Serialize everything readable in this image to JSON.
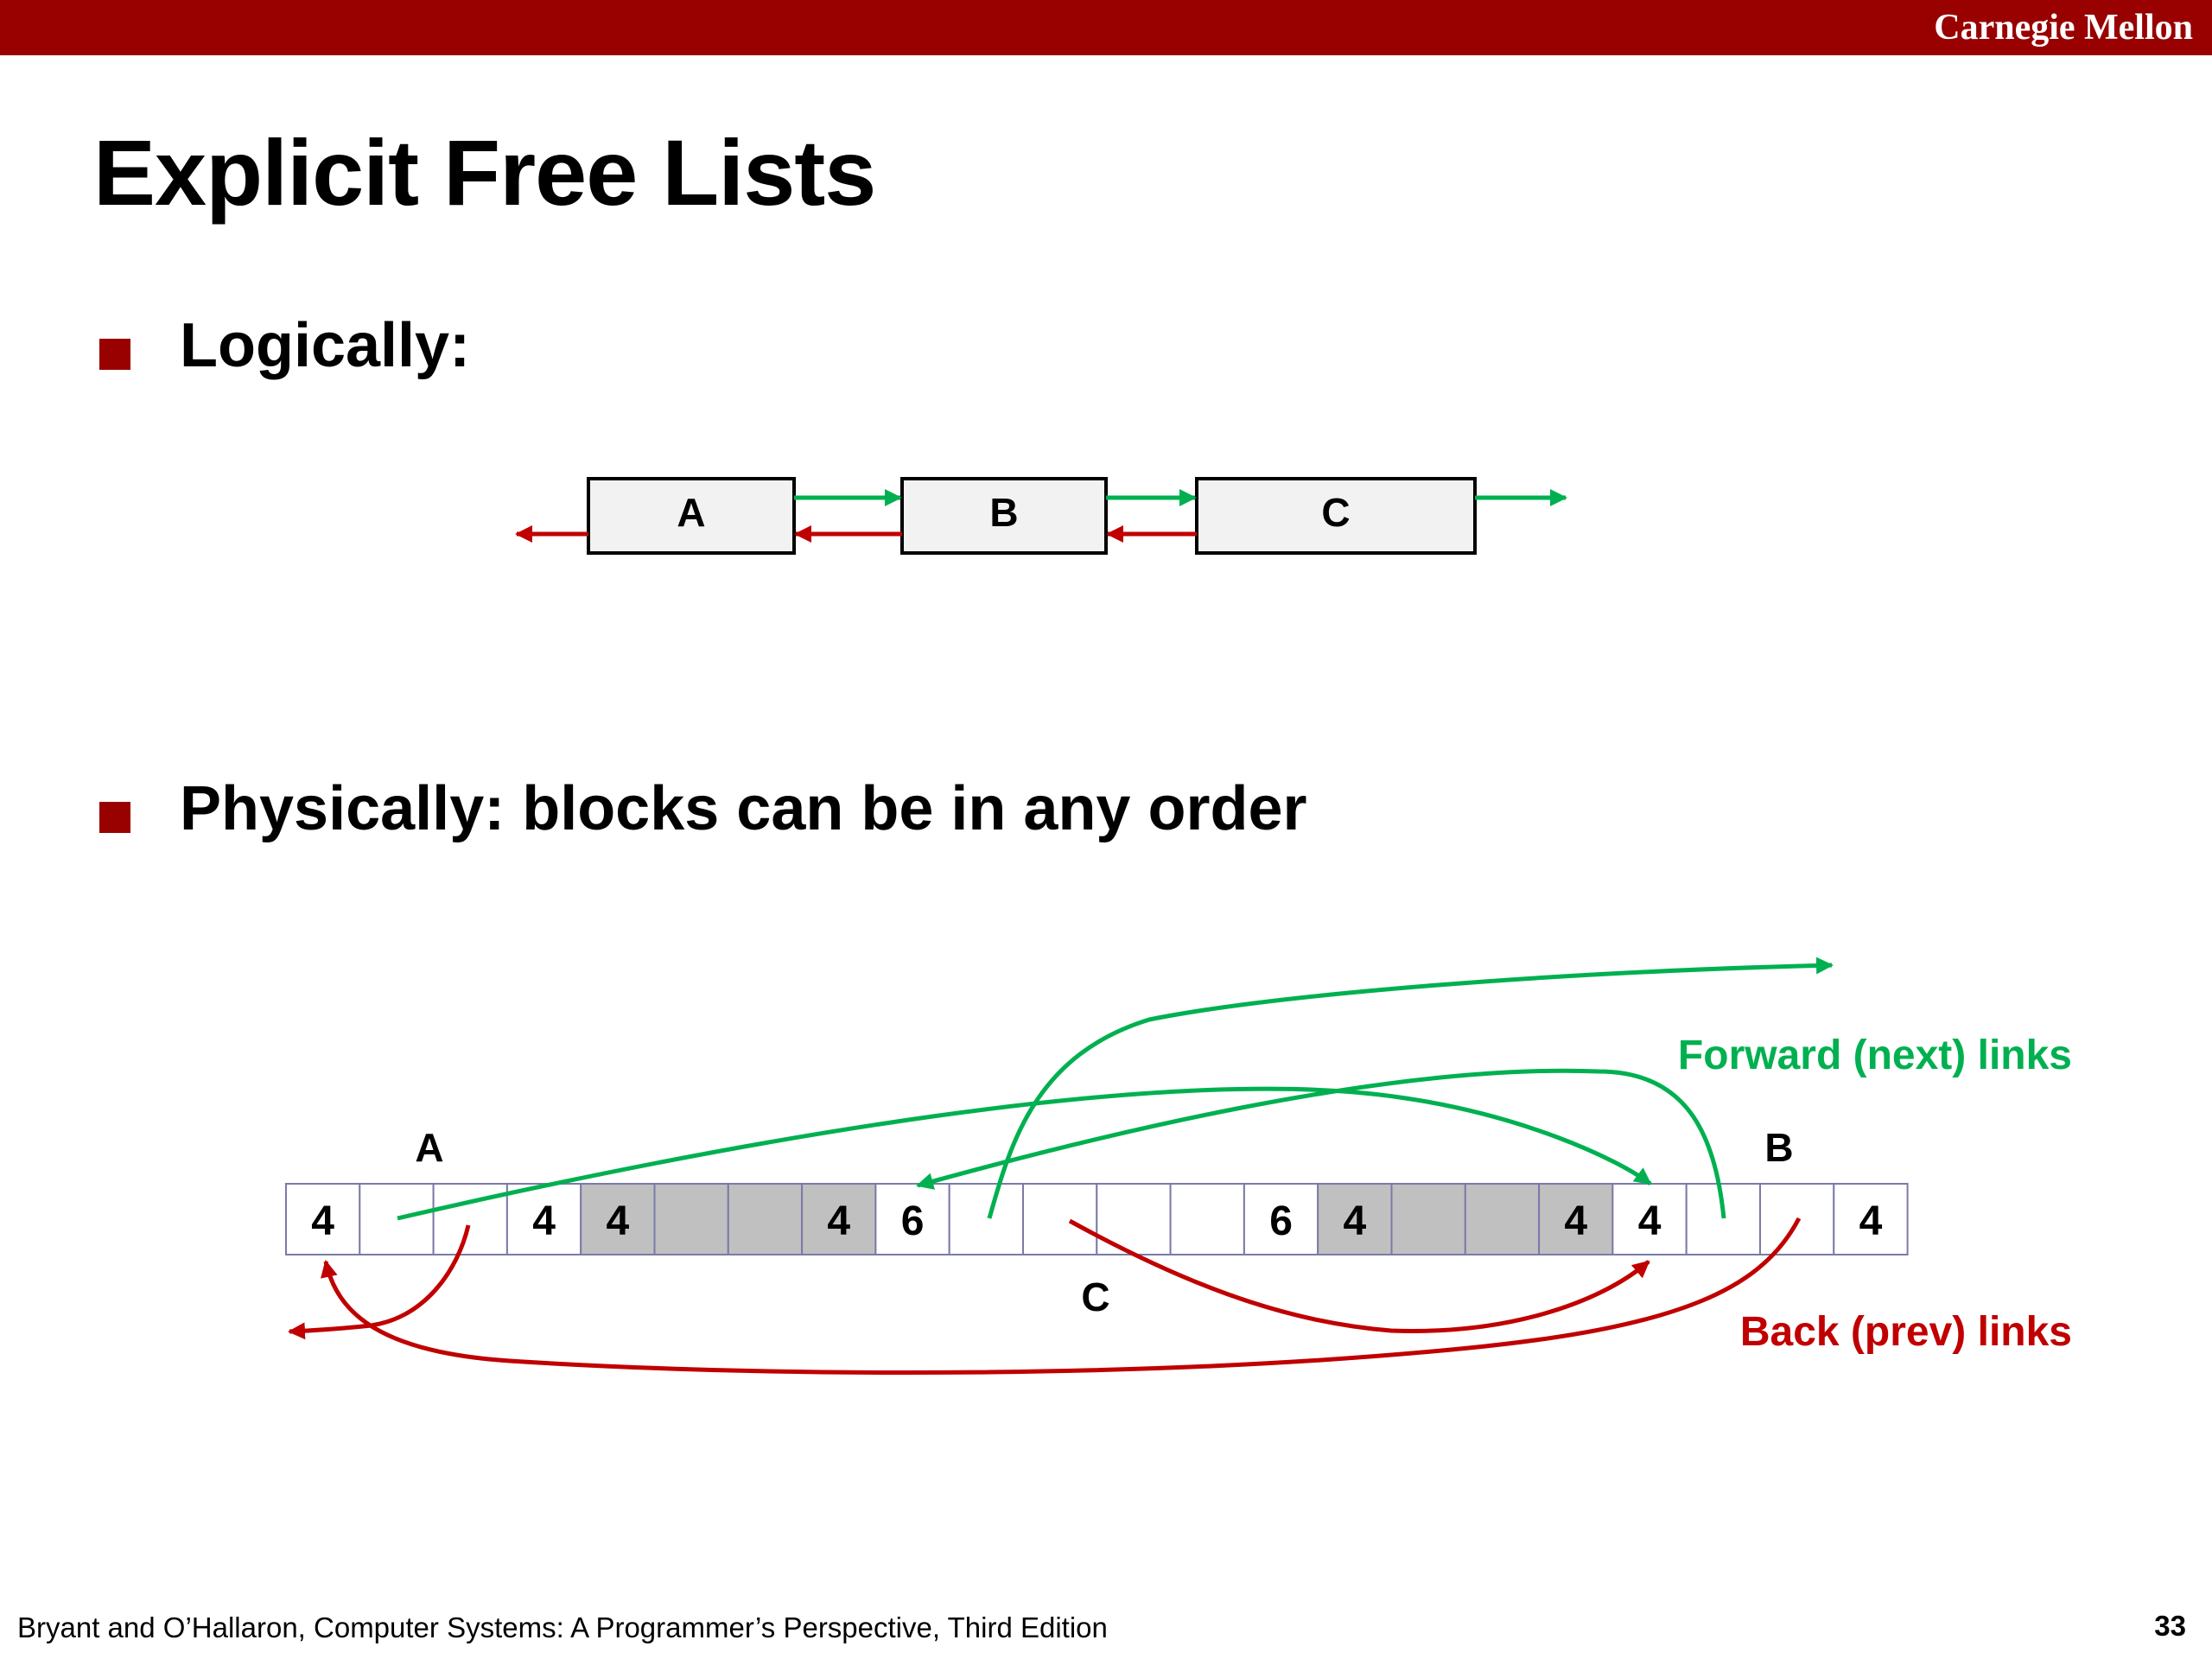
{
  "header": {
    "brand": "Carnegie Mellon"
  },
  "title": "Explicit Free Lists",
  "bullets": [
    {
      "text": "Logically:"
    },
    {
      "text": "Physically: blocks can be in any order"
    }
  ],
  "logical_blocks": [
    "A",
    "B",
    "C"
  ],
  "physical": {
    "cells": [
      {
        "label": "4",
        "allocated": false
      },
      {
        "label": "",
        "allocated": false
      },
      {
        "label": "",
        "allocated": false
      },
      {
        "label": "4",
        "allocated": false
      },
      {
        "label": "4",
        "allocated": true
      },
      {
        "label": "",
        "allocated": true
      },
      {
        "label": "",
        "allocated": true
      },
      {
        "label": "4",
        "allocated": true
      },
      {
        "label": "6",
        "allocated": false
      },
      {
        "label": "",
        "allocated": false
      },
      {
        "label": "",
        "allocated": false
      },
      {
        "label": "",
        "allocated": false
      },
      {
        "label": "",
        "allocated": false
      },
      {
        "label": "6",
        "allocated": false
      },
      {
        "label": "4",
        "allocated": true
      },
      {
        "label": "",
        "allocated": true
      },
      {
        "label": "",
        "allocated": true
      },
      {
        "label": "4",
        "allocated": true
      },
      {
        "label": "4",
        "allocated": false
      },
      {
        "label": "",
        "allocated": false
      },
      {
        "label": "",
        "allocated": false
      },
      {
        "label": "4",
        "allocated": false
      }
    ],
    "block_labels": {
      "a": "A",
      "b": "B",
      "c": "C"
    }
  },
  "legend": {
    "forward": "Forward (next) links",
    "back": "Back (prev) links"
  },
  "colors": {
    "brand": "#990000",
    "forward": "#00b050",
    "back": "#c00000",
    "allocated": "#c0c0c0"
  },
  "footer": {
    "citation": "Bryant and O’Hallaron, Computer Systems: A Programmer’s Perspective, Third  Edition",
    "page": "33"
  }
}
